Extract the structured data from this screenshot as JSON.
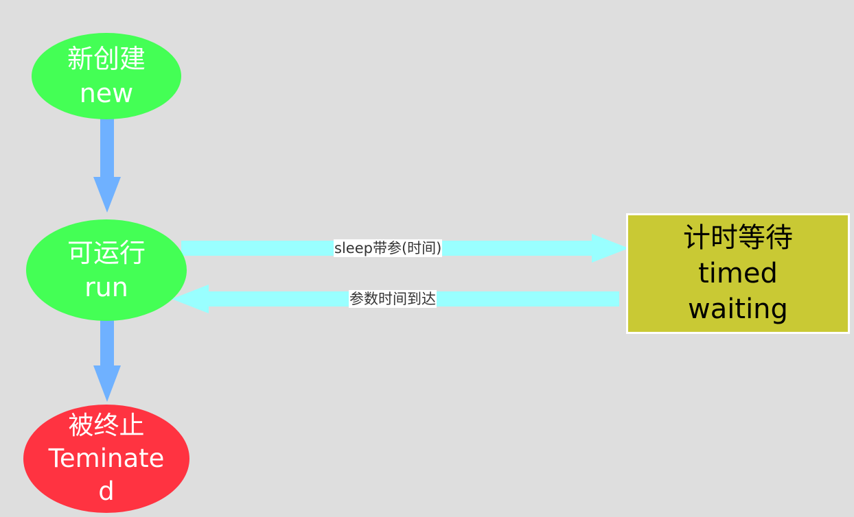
{
  "diagram": {
    "nodes": {
      "new": {
        "label_cn": "新创建",
        "label_en": "new",
        "fill": "#44ff55"
      },
      "runnable": {
        "label_cn": "可运行",
        "label_en": "run",
        "fill": "#44ff55"
      },
      "terminated": {
        "label_cn": "被终止",
        "label_en_1": "Teminate",
        "label_en_2": "d",
        "fill": "#ff3341"
      },
      "timed_waiting": {
        "label_cn": "计时等待",
        "label_en_1": "timed",
        "label_en_2": "waiting",
        "fill": "#c9c934"
      }
    },
    "edges": {
      "new_to_runnable": {
        "from": "new",
        "to": "runnable",
        "label": ""
      },
      "runnable_to_terminated": {
        "from": "runnable",
        "to": "terminated",
        "label": ""
      },
      "runnable_to_timed": {
        "from": "runnable",
        "to": "timed_waiting",
        "label": "sleep带参(时间)"
      },
      "timed_to_runnable": {
        "from": "timed_waiting",
        "to": "runnable",
        "label": "参数时间到达"
      }
    },
    "colors": {
      "background": "#dedede",
      "vertical_arrow": "#6fb1ff",
      "horizontal_arrow": "#99ffff"
    }
  }
}
